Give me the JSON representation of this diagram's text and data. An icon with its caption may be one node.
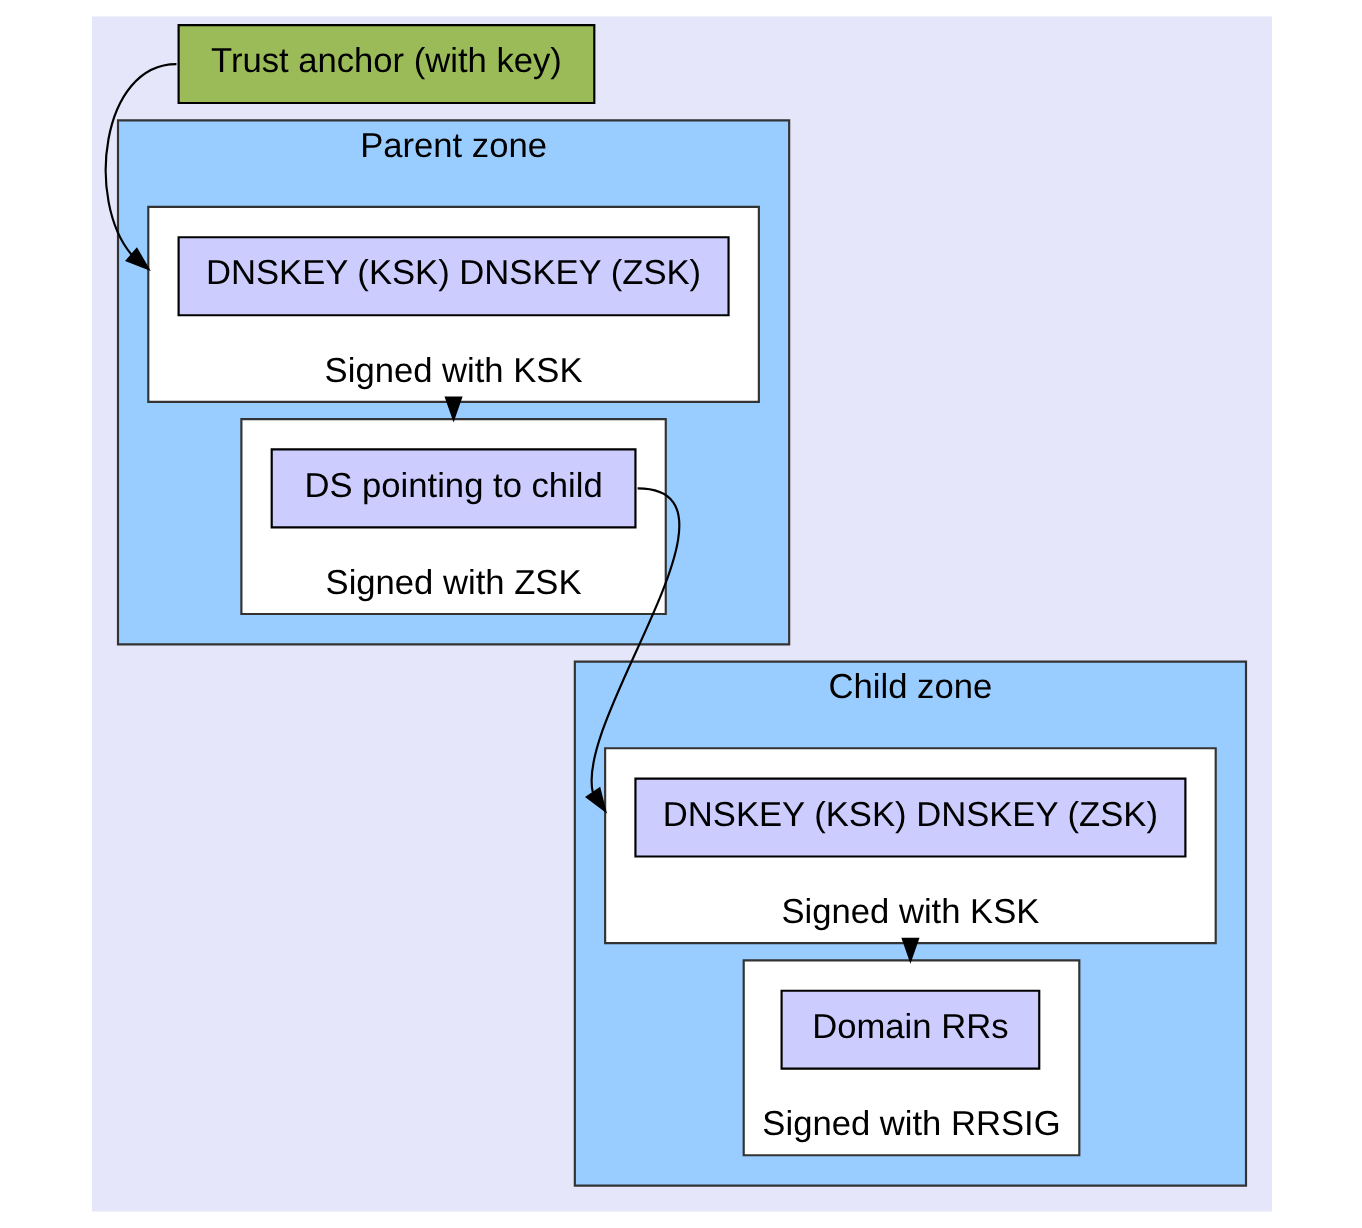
{
  "diagram": {
    "nodes": [
      {
        "text": [
          "Trust anchor (with key)"
        ]
      },
      {
        "text": [
          "Parent zone"
        ]
      },
      {
        "text": [
          "Signed with KSK"
        ],
        "in": 1
      },
      {
        "text": [
          "DNSKEY (KSK) DNSKEY (ZSK)"
        ],
        "in": 2
      },
      {
        "text": [
          "Signed with ZSK"
        ],
        "in": 1
      },
      {
        "text": [
          "DS pointing to child"
        ],
        "in": 4
      },
      {
        "text": [
          "Child zone"
        ]
      },
      {
        "text": [
          "Signed with KSK"
        ],
        "in": 6
      },
      {
        "text": [
          "DNSKEY (KSK) DNSKEY (ZSK)"
        ],
        "in": 7
      },
      {
        "text": [
          "Signed with RRSIG"
        ],
        "in": 6
      },
      {
        "text": [
          "Domain RRs"
        ],
        "in": 9
      }
    ],
    "edges": [
      {
        "from": 0,
        "to": 2,
        "arrow": "to"
      },
      {
        "from": 2,
        "to": 4,
        "arrow": "to"
      },
      {
        "from": 5,
        "to": 7,
        "arrow": "to"
      },
      {
        "from": 7,
        "to": 9,
        "arrow": "to"
      }
    ]
  }
}
